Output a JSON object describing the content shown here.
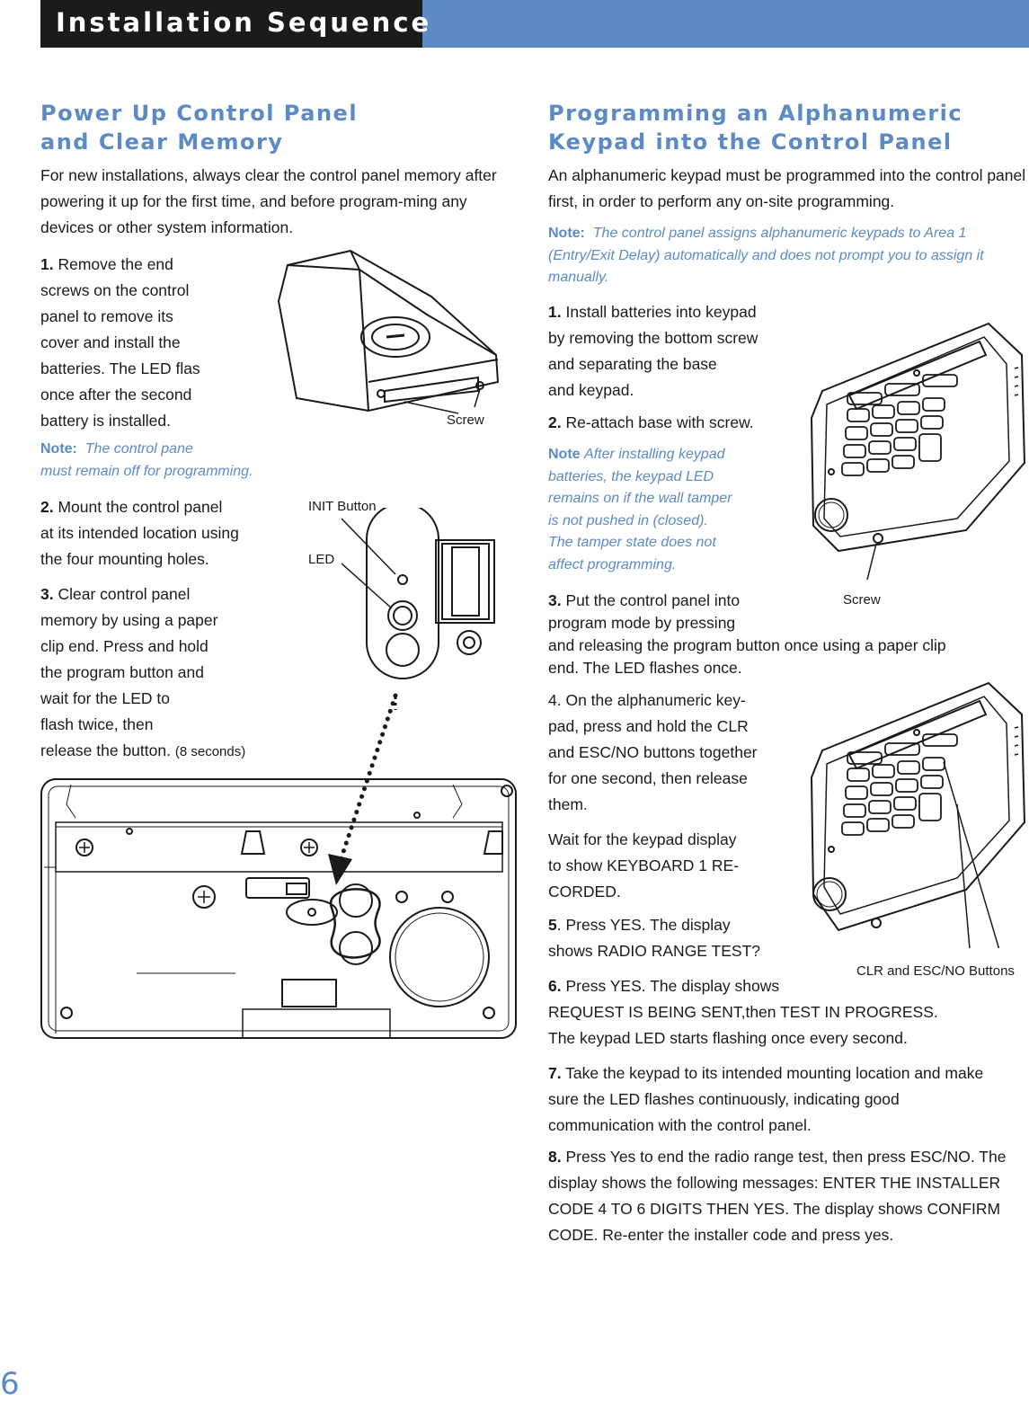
{
  "header": {
    "title": "Installation Sequence"
  },
  "left": {
    "heading_line1": "Power Up Control Panel",
    "heading_line2": "and Clear Memory",
    "intro": "For new installations, always clear the control panel memory after powering it up for the first time, and before program-ming any devices or other system information.",
    "step1": {
      "num": "1.",
      "lines": [
        "Remove the end",
        "screws on the control",
        "panel to remove its",
        "cover and install the",
        "batteries. The LED flas",
        "once after the second",
        "battery is installed."
      ]
    },
    "note1": {
      "label": "Note:",
      "line1": "The control pane",
      "line2": "must remain off for programming."
    },
    "step2": {
      "num": "2.",
      "lines": [
        "Mount the control panel",
        "at its intended location using",
        "the four mounting holes."
      ]
    },
    "step3": {
      "num": "3.",
      "lines": [
        "Clear control panel",
        "memory by using a paper",
        "clip end. Press and hold",
        "the program button and",
        "wait for the LED to",
        "flash twice, then",
        "release the button."
      ],
      "suffix": "(8 seconds)"
    },
    "labels": {
      "screw": "Screw",
      "init_button": "INIT Button",
      "led": "LED"
    }
  },
  "right": {
    "heading_line1": "Programming an Alphanumeric",
    "heading_line2": "Keypad into the Control Panel",
    "intro": "An alphanumeric keypad must be programmed into the control panel first, in order to perform any on-site programming.",
    "note1": {
      "label": "Note:",
      "text": "The control panel assigns alphanumeric keypads to Area 1 (Entry/Exit Delay) automatically and does not prompt you to assign it manually."
    },
    "step1": {
      "num": "1.",
      "lines": [
        "Install batteries into keypad",
        "by removing  the bottom screw",
        "and separating the base",
        "and keypad."
      ]
    },
    "step2": {
      "num": "2.",
      "text": "Re-attach base with screw."
    },
    "note2": {
      "label": "Note",
      "lines": [
        "After installing keypad",
        "batteries, the  keypad LED",
        "remains on if the wall tamper",
        "is not pushed in (closed).",
        "The tamper state does not",
        "affect programming."
      ]
    },
    "step3": {
      "num": "3.",
      "lines": [
        "Put the control panel into",
        "program mode by pressing",
        "and releasing the program button once using a paper clip",
        "end. The LED flashes once."
      ]
    },
    "step4": {
      "lines": [
        "4. On the alphanumeric key-",
        "pad, press and hold the CLR",
        "and ESC/NO buttons together",
        "for one second, then release",
        "them."
      ]
    },
    "wait": {
      "lines": [
        "Wait for the keypad display",
        "to show KEYBOARD 1 RE-",
        "CORDED."
      ]
    },
    "step5": {
      "num": "5",
      "lines": [
        ". Press YES. The display",
        "shows RADIO RANGE TEST?"
      ]
    },
    "step6": {
      "num": "6.",
      "line1": "Press YES. The display shows",
      "line2": "REQUEST IS BEING SENT,then TEST IN PROGRESS.",
      "line3": "The keypad LED starts flashing once every second."
    },
    "step7": {
      "num": "7.",
      "text": "Take the keypad to its intended mounting location and make sure the LED flashes continuously, indicating good communication with the control panel."
    },
    "step8": {
      "num": "8.",
      "text": "Press Yes to end the radio range test, then press ESC/NO. The display shows the following messages:   ENTER THE INSTALLER CODE 4 TO 6 DIGITS THEN YES. The display shows CONFIRM CODE. Re-enter the installer code and press yes."
    },
    "labels": {
      "screw": "Screw",
      "clr_esc": "CLR and ESC/NO Buttons"
    }
  },
  "footer": {
    "page_number": "6"
  }
}
